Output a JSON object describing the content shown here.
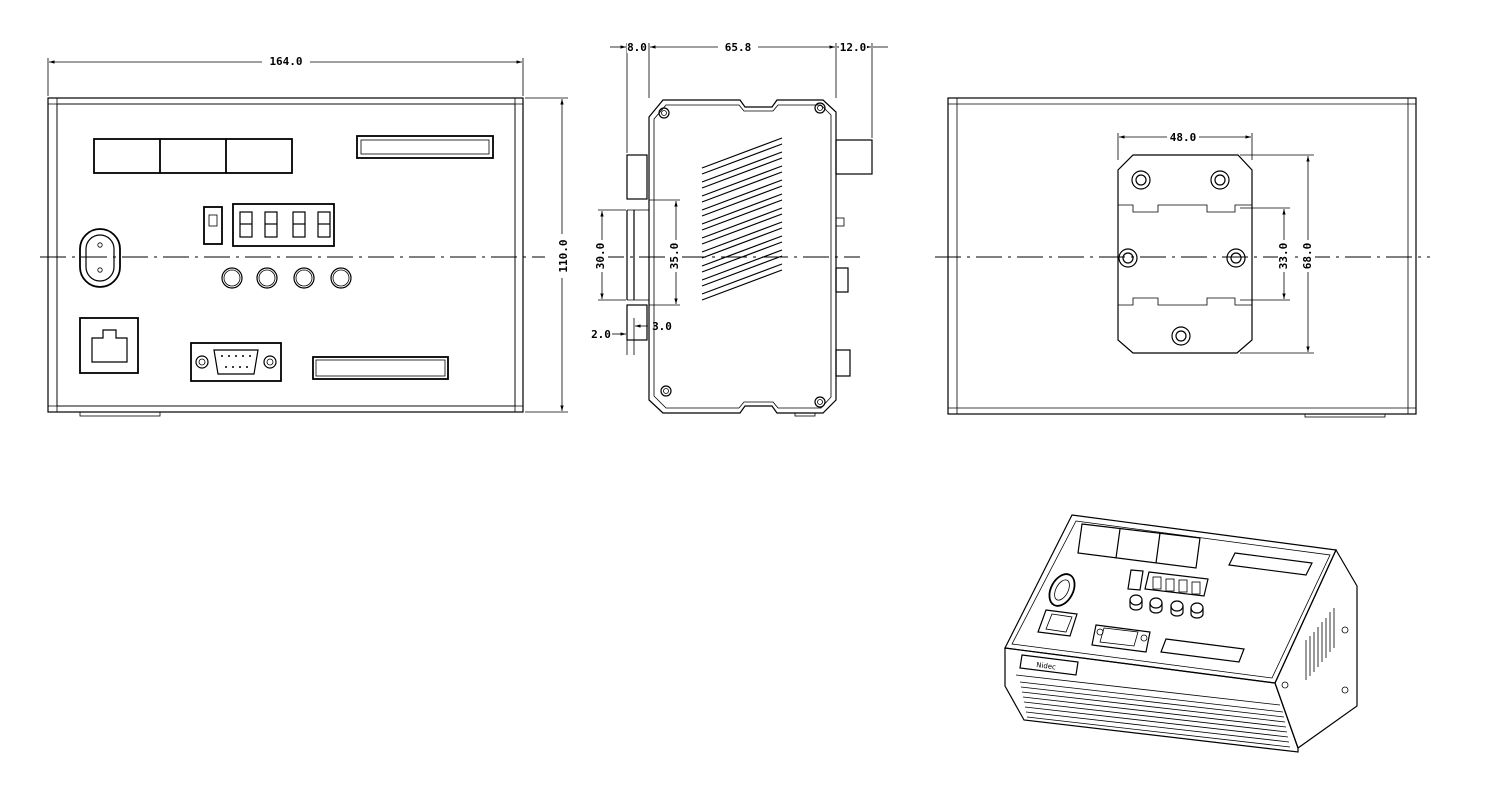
{
  "front_view": {
    "width_dim": "164.0",
    "height_dim": "110.0"
  },
  "side_view": {
    "left_offset_dim": "8.0",
    "body_depth_dim": "65.8",
    "right_offset_dim": "12.0",
    "rail_gap_dim": "30.0",
    "rail_span_dim": "35.0",
    "rail_thickness_dim": "3.0",
    "rail_lip_dim": "2.0"
  },
  "rear_view": {
    "mount_width_dim": "48.0",
    "hole_spacing_dim": "33.0",
    "mount_height_dim": "68.0"
  },
  "iso_view": {
    "brand_label": "Nidec"
  }
}
